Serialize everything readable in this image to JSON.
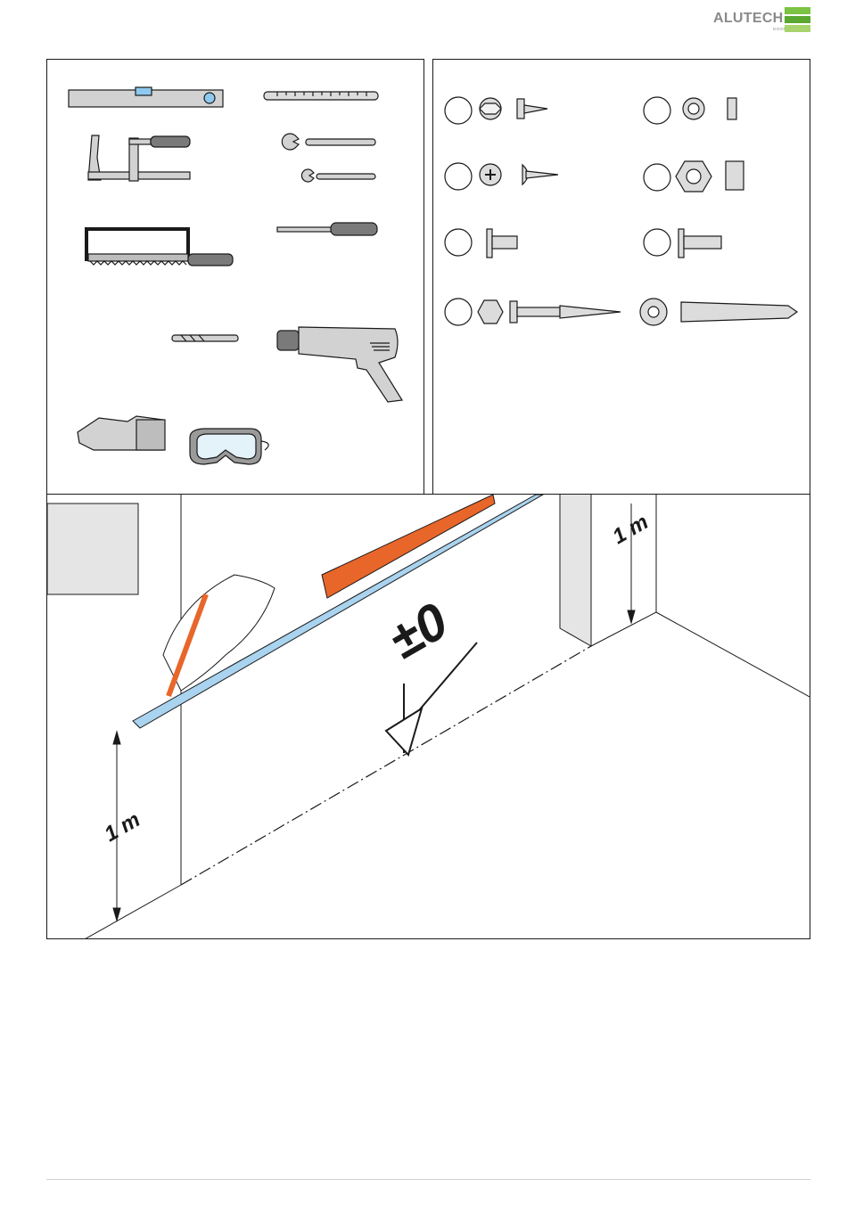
{
  "header": {
    "brand": "ALUTECH",
    "tagline": "DOOR SYSTEMS",
    "flag_colors": [
      "#7cc243",
      "#5ba830",
      "#a8d36d"
    ]
  },
  "tools": [
    {
      "name": "spirit-level-icon"
    },
    {
      "name": "tape-measure-icon"
    },
    {
      "name": "clamp-icon"
    },
    {
      "name": "wrench-icon"
    },
    {
      "name": "small-wrench-icon"
    },
    {
      "name": "hacksaw-icon"
    },
    {
      "name": "screwdriver-icon"
    },
    {
      "name": "drill-bit-icon"
    },
    {
      "name": "electric-drill-icon"
    },
    {
      "name": "gloves-icon"
    },
    {
      "name": "goggles-icon"
    }
  ],
  "fasteners": [
    {
      "name": "hex-self-tapping-screw-icon"
    },
    {
      "name": "hex-nut-icon"
    },
    {
      "name": "phillips-screw-icon"
    },
    {
      "name": "large-hex-nut-icon"
    },
    {
      "name": "carriage-bolt-icon"
    },
    {
      "name": "carriage-bolt-long-icon"
    },
    {
      "name": "hex-lag-screw-icon"
    },
    {
      "name": "washer-dowel-icon"
    }
  ],
  "illustration": {
    "left_height_label": "1 m",
    "right_height_label": "1 m",
    "zero_label": "±0",
    "colors": {
      "level": "#e8662a",
      "profile": "#a9d3ee",
      "wall": "#e5e5e5",
      "pencil": "#e8662a"
    }
  }
}
